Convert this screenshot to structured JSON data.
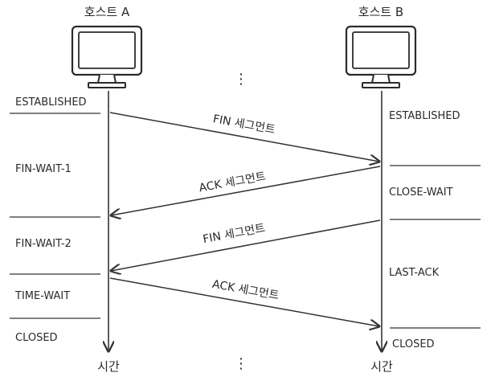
{
  "hosts": {
    "a": {
      "label": "호스트 A"
    },
    "b": {
      "label": "호스트 B"
    }
  },
  "host_a_states": {
    "established": "ESTABLISHED",
    "fin_wait_1": "FIN-WAIT-1",
    "fin_wait_2": "FIN-WAIT-2",
    "time_wait": "TIME-WAIT",
    "closed": "CLOSED"
  },
  "host_b_states": {
    "established": "ESTABLISHED",
    "close_wait": "CLOSE-WAIT",
    "last_ack": "LAST-ACK",
    "closed": "CLOSED"
  },
  "segments": {
    "fin_1": "FIN 세그먼트",
    "ack_1": "ACK 세그먼트",
    "fin_2": "FIN 세그먼트",
    "ack_2": "ACK 세그먼트"
  },
  "time_labels": {
    "a": "시간",
    "b": "시간"
  },
  "ellipsis": {
    "top": "⋮",
    "bottom": "⋮"
  },
  "colors": {
    "line": "#333333",
    "monitor_fill": "#ffffff",
    "monitor_stroke": "#2b2b2b"
  }
}
